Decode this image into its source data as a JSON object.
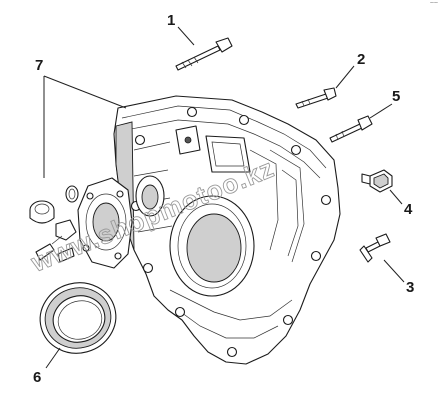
{
  "callouts": {
    "c1": "1",
    "c2": "2",
    "c3": "3",
    "c4": "4",
    "c5": "5",
    "c6": "6",
    "c7": "7"
  },
  "watermark": "www.shopmotoo.kz",
  "corner_mark": "~~"
}
